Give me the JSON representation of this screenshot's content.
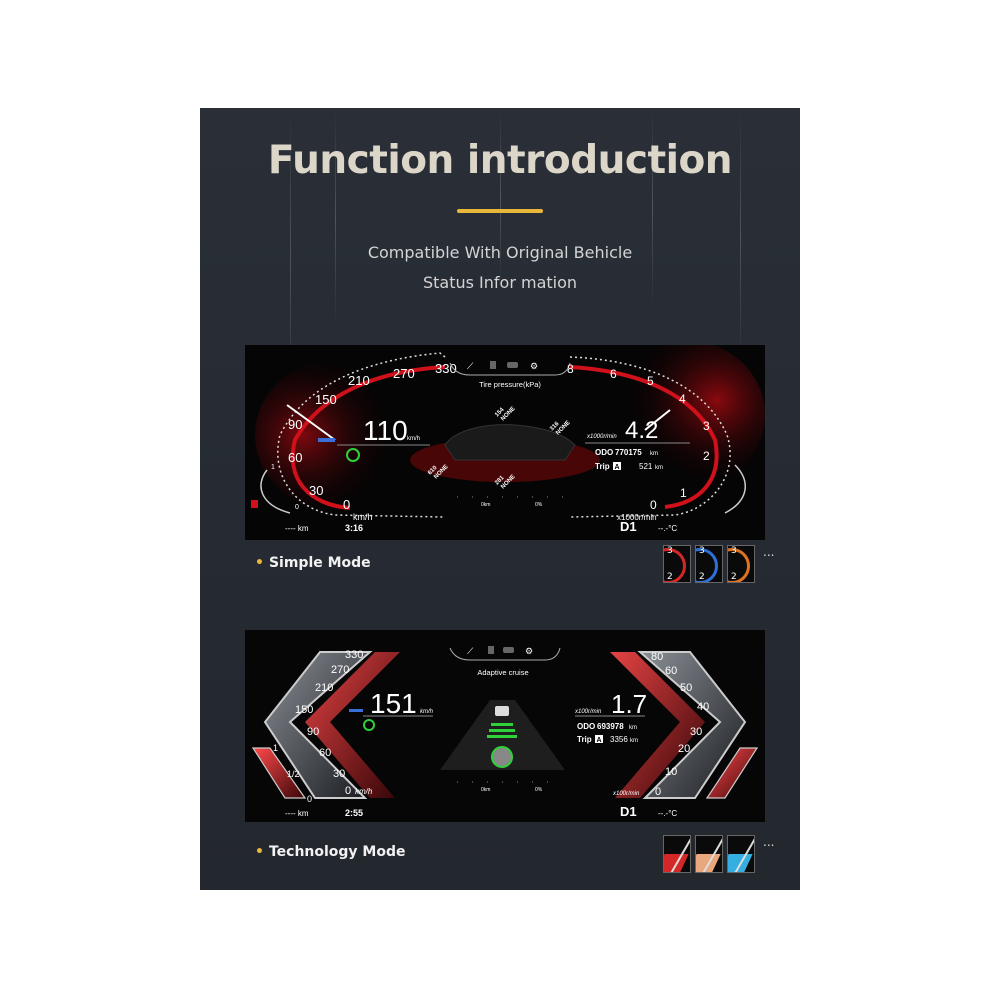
{
  "header": {
    "title": "Function introduction",
    "subtitle_line1": "Compatible With Original Behicle",
    "subtitle_line2": "Status Infor mation"
  },
  "colors": {
    "accent": "#e9b739",
    "gauge_red": "#d0101a",
    "assist_green": "#2fd13a",
    "panel": "#272c34"
  },
  "simple_mode": {
    "label": "Simple Mode",
    "speed_ticks": [
      "330",
      "270",
      "210",
      "150",
      "90",
      "60",
      "30",
      "0"
    ],
    "speed_unit": "km/h",
    "speed": "110",
    "speed_value_unit": "km/h",
    "center_title": "Tire pressure(kPa)",
    "center_icons": [
      "road-icon",
      "fuel-pump-icon",
      "car-icon",
      "gear-icon"
    ],
    "tires": [
      {
        "value": "154",
        "status": "NONE"
      },
      {
        "value": "316",
        "status": "NONE"
      },
      {
        "value": "610",
        "status": "NONE"
      },
      {
        "value": "281",
        "status": "NONE"
      }
    ],
    "range_km": "0km",
    "fuel_percent": "0%",
    "rpm_ticks": [
      "8",
      "6",
      "5",
      "4",
      "3",
      "2",
      "1",
      "0"
    ],
    "rpm_unit": "x1000r/min",
    "rpm": "4.2",
    "rpm_value_unit": "x1000r/min",
    "odo_label": "ODO",
    "odo": "770175",
    "odo_unit": "km",
    "trip_label": "Trip",
    "trip_badge": "A",
    "trip": "521",
    "trip_unit": "km",
    "gear": "D1",
    "temperature": "--.-°C",
    "fuel_range": "---- km",
    "time": "3:16",
    "fuel_gauge_ticks": [
      "1",
      "0"
    ],
    "themes": [
      {
        "color": "#d42828",
        "label_top": "3",
        "label_bottom": "2"
      },
      {
        "color": "#2f6fd8",
        "label_top": "3",
        "label_bottom": "2"
      },
      {
        "color": "#e0731f",
        "label_top": "3",
        "label_bottom": "2"
      }
    ],
    "more": "..."
  },
  "technology_mode": {
    "label": "Technology Mode",
    "speed_ticks": [
      "330",
      "270",
      "210",
      "150",
      "90",
      "60",
      "30",
      "0"
    ],
    "speed_unit": "km/h",
    "speed": "151",
    "speed_value_unit": "km/h",
    "center_title": "Adaptive cruise",
    "center_icons": [
      "road-icon",
      "fuel-pump-icon",
      "car-icon",
      "gear-icon"
    ],
    "range_km": "0km",
    "fuel_percent": "0%",
    "fuel_ticks": [
      "1",
      "1/2",
      "0"
    ],
    "rpm_ticks": [
      "80",
      "60",
      "50",
      "40",
      "30",
      "20",
      "10",
      "0"
    ],
    "rpm_unit": "x100r/min",
    "rpm": "1.7",
    "rpm_value_unit": "x100r/min",
    "odo_label": "ODO",
    "odo": "693978",
    "odo_unit": "km",
    "trip_label": "Trip",
    "trip_badge": "A",
    "trip": "3356",
    "trip_unit": "km",
    "gear": "D1",
    "temperature": "--.-°C",
    "fuel_range": "---- km",
    "time": "2:55",
    "themes": [
      {
        "color": "#d42828"
      },
      {
        "color": "#e8a77c"
      },
      {
        "color": "#35aee0"
      }
    ],
    "more": "..."
  }
}
